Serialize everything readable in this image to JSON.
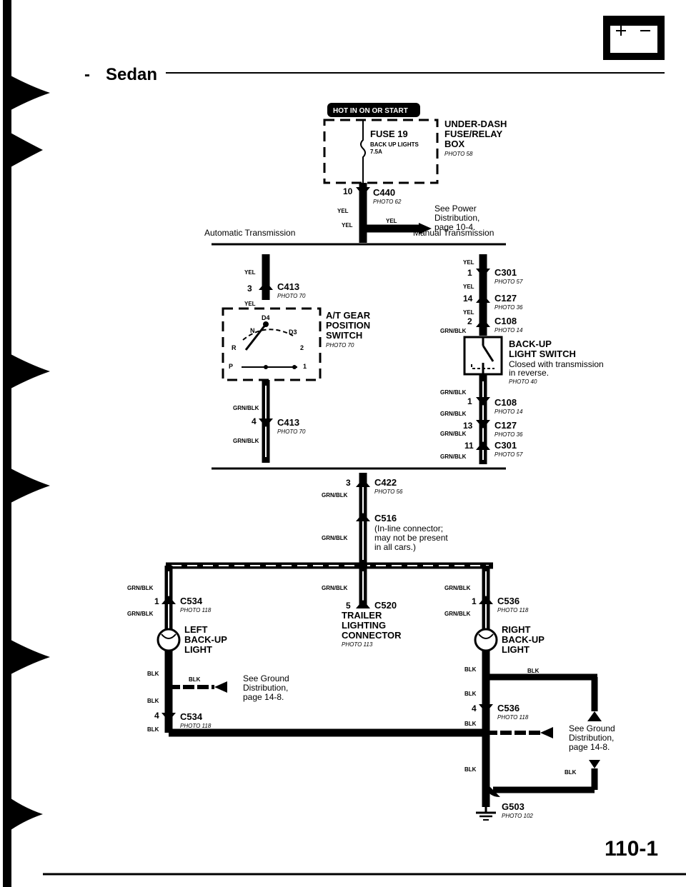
{
  "header": {
    "title": "Sedan",
    "hot_badge": "HOT IN ON OR START",
    "page_number": "110-1"
  },
  "battery_icon": "battery-icon",
  "underdash": {
    "fuse": "FUSE 19",
    "fuse_desc": "BACK UP LIGHTS",
    "fuse_amp": "7.5A",
    "box_l1": "UNDER-DASH",
    "box_l2": "FUSE/RELAY",
    "box_l3": "BOX",
    "box_photo": "PHOTO 58"
  },
  "c440": {
    "pin": "10",
    "name": "C440",
    "photo": "PHOTO 62"
  },
  "power_ref": {
    "l1": "See Power",
    "l2": "Distribution,",
    "l3": "page 10-4."
  },
  "mode_labels": {
    "auto": "Automatic Transmission",
    "manual": "Manual Transmission"
  },
  "wire_colors": {
    "yel": "YEL",
    "grnblk": "GRN/BLK",
    "blk": "BLK"
  },
  "auto": {
    "c413_top": {
      "pin": "3",
      "name": "C413",
      "photo": "PHOTO 70"
    },
    "switch": {
      "l1": "A/T GEAR",
      "l2": "POSITION",
      "l3": "SWITCH",
      "photo": "PHOTO 70",
      "pos_d4": "D4",
      "pos_d3": "D3",
      "pos_n": "N",
      "pos_2": "2",
      "pos_r": "R",
      "pos_1": "1",
      "pos_p": "P"
    },
    "c413_bot": {
      "pin": "4",
      "name": "C413",
      "photo": "PHOTO 70"
    }
  },
  "manual": {
    "c301_top": {
      "pin": "1",
      "name": "C301",
      "photo": "PHOTO 57"
    },
    "c127_top": {
      "pin": "14",
      "name": "C127",
      "photo": "PHOTO 36"
    },
    "c108_top": {
      "pin": "2",
      "name": "C108",
      "photo": "PHOTO 14"
    },
    "switch": {
      "l1": "BACK-UP",
      "l2": "LIGHT SWITCH",
      "l3": "Closed with transmission",
      "l4": "in reverse.",
      "photo": "PHOTO 40"
    },
    "c108_bot": {
      "pin": "1",
      "name": "C108",
      "photo": "PHOTO 14"
    },
    "c127_bot": {
      "pin": "13",
      "name": "C127",
      "photo": "PHOTO 36"
    },
    "c301_bot": {
      "pin": "11",
      "name": "C301",
      "photo": "PHOTO 57"
    }
  },
  "c422": {
    "pin": "3",
    "name": "C422",
    "photo": "PHOTO 56"
  },
  "c516": {
    "name": "C516",
    "l1": "(In-line connector;",
    "l2": "may not be present",
    "l3": "in all cars.)"
  },
  "left": {
    "c534_top": {
      "pin": "1",
      "name": "C534",
      "photo": "PHOTO 118"
    },
    "light": {
      "l1": "LEFT",
      "l2": "BACK-UP",
      "l3": "LIGHT"
    },
    "ground_ref": {
      "l1": "See Ground",
      "l2": "Distribution,",
      "l3": "page 14-8."
    },
    "c534_bot": {
      "pin": "4",
      "name": "C534",
      "photo": "PHOTO 118"
    }
  },
  "trailer": {
    "pin": "5",
    "name": "C520",
    "l1": "TRAILER",
    "l2": "LIGHTING",
    "l3": "CONNECTOR",
    "photo": "PHOTO 113"
  },
  "right": {
    "c536_top": {
      "pin": "1",
      "name": "C536",
      "photo": "PHOTO 118"
    },
    "light": {
      "l1": "RIGHT",
      "l2": "BACK-UP",
      "l3": "LIGHT"
    },
    "c536_bot": {
      "pin": "4",
      "name": "C536",
      "photo": "PHOTO 118"
    },
    "ground_ref": {
      "l1": "See Ground",
      "l2": "Distribution,",
      "l3": "page 14-8."
    }
  },
  "g503": {
    "name": "G503",
    "photo": "PHOTO 102"
  }
}
